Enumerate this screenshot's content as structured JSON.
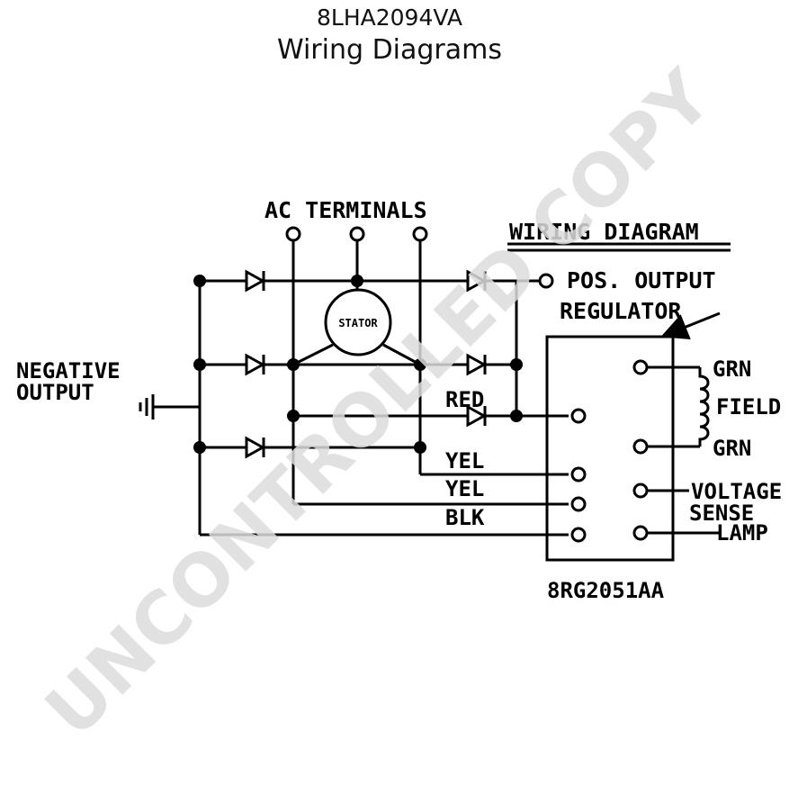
{
  "header": {
    "model": "8LHA2094VA",
    "subtitle": "Wiring Diagrams"
  },
  "diagram": {
    "heading": "WIRING DIAGRAM",
    "ac_terminals": "AC TERMINALS",
    "pos_output": "POS. OUTPUT",
    "regulator": "REGULATOR",
    "negative_line1": "NEGATIVE",
    "negative_line2": "OUTPUT",
    "stator": "STATOR",
    "wire_red": "RED",
    "wire_yel_1": "YEL",
    "wire_yel_2": "YEL",
    "wire_blk": "BLK",
    "grn_top": "GRN",
    "field": "FIELD",
    "grn_bottom": "GRN",
    "voltage": "VOLTAGE",
    "sense": "SENSE",
    "lamp": "LAMP",
    "part_number": "8RG2051AA"
  },
  "watermark": "UNCONTROLLED COPY"
}
